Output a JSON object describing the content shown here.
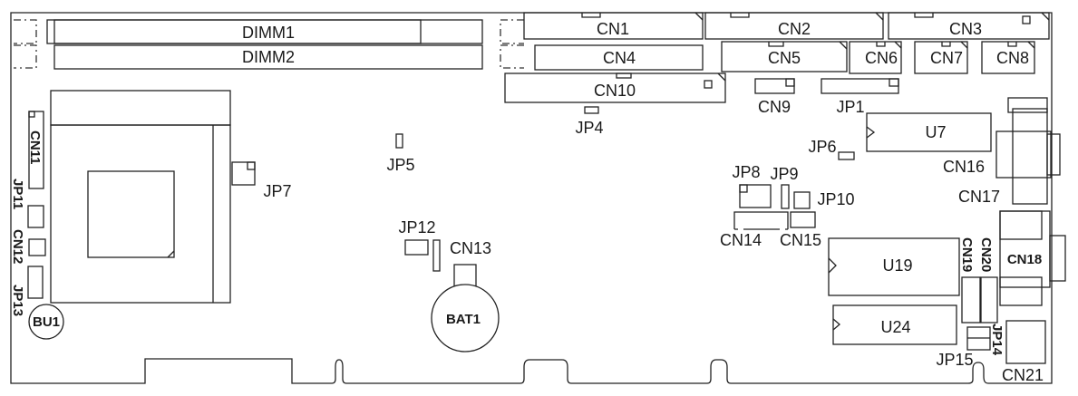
{
  "title": "Board layout diagram",
  "memory": {
    "dimm1": "DIMM1",
    "dimm2": "DIMM2"
  },
  "connectors": {
    "cn1": "CN1",
    "cn2": "CN2",
    "cn3": "CN3",
    "cn4": "CN4",
    "cn5": "CN5",
    "cn6": "CN6",
    "cn7": "CN7",
    "cn8": "CN8",
    "cn9": "CN9",
    "cn10": "CN10",
    "cn11": "CN11",
    "cn12": "CN12",
    "cn13": "CN13",
    "cn14": "CN14",
    "cn15": "CN15",
    "cn16": "CN16",
    "cn17": "CN17",
    "cn18": "CN18",
    "cn19": "CN19",
    "cn20": "CN20",
    "cn21": "CN21"
  },
  "jumpers": {
    "jp1": "JP1",
    "jp4": "JP4",
    "jp5": "JP5",
    "jp6": "JP6",
    "jp7": "JP7",
    "jp8": "JP8",
    "jp9": "JP9",
    "jp10": "JP10",
    "jp11": "JP11",
    "jp12": "JP12",
    "jp13": "JP13",
    "jp14": "JP14",
    "jp15": "JP15"
  },
  "chips": {
    "u7": "U7",
    "u19": "U19",
    "u24": "U24"
  },
  "misc": {
    "bat1": "BAT1",
    "bu1": "BU1"
  }
}
